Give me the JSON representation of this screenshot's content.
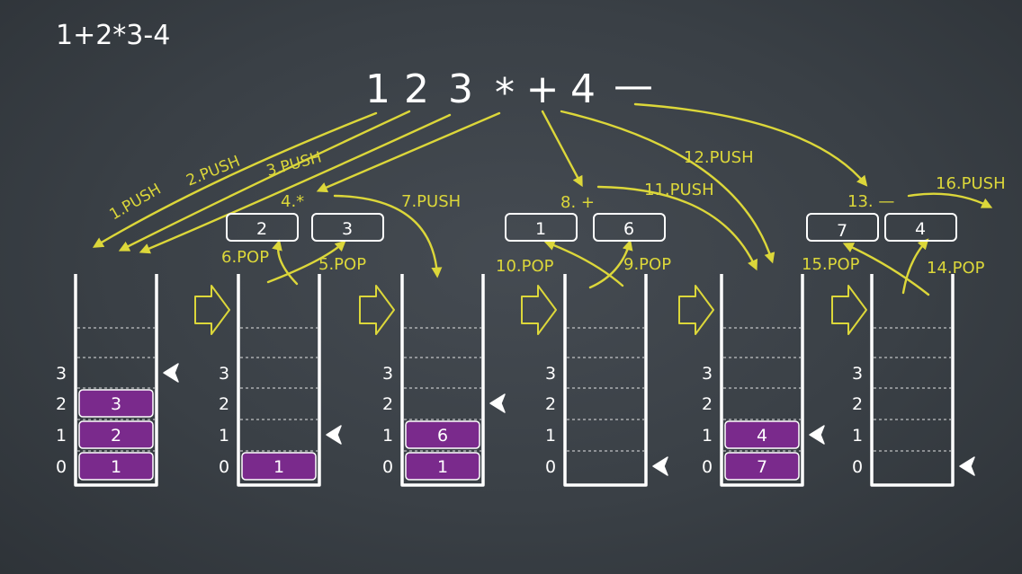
{
  "expression": "1+2*3-4",
  "postfix": {
    "tokens": [
      {
        "id": "1",
        "text": "1"
      },
      {
        "id": "2",
        "text": "2"
      },
      {
        "id": "3",
        "text": "3"
      },
      {
        "id": "mul",
        "text": "*"
      },
      {
        "id": "plus",
        "text": "+"
      },
      {
        "id": "4",
        "text": "4"
      },
      {
        "id": "minus",
        "text": "—"
      }
    ]
  },
  "step_labels": {
    "s1": "1.PUSH",
    "s2": "2.PUSH",
    "s3": "3.PUSH",
    "s4": "4.*",
    "s5": "5.POP",
    "s6": "6.POP",
    "s7": "7.PUSH",
    "s8": "8. +",
    "s9": "9.POP",
    "s10": "10.POP",
    "s11": "11.PUSH",
    "s12": "12.PUSH",
    "s13": "13. —",
    "s14": "14.POP",
    "s15": "15.POP",
    "s16": "16.PUSH"
  },
  "operand_boxes": [
    {
      "left": "2",
      "right": "3"
    },
    {
      "left": "1",
      "right": "6"
    },
    {
      "left": "7",
      "right": "4"
    }
  ],
  "stack_index_labels": [
    "0",
    "1",
    "2",
    "3"
  ],
  "stacks": [
    {
      "items": [
        "1",
        "2",
        "3"
      ],
      "top_pointer": 3
    },
    {
      "items": [
        "1"
      ],
      "top_pointer": 1
    },
    {
      "items": [
        "1",
        "6"
      ],
      "top_pointer": 2
    },
    {
      "items": [],
      "top_pointer": 0
    },
    {
      "items": [
        "7",
        "4"
      ],
      "top_pointer": 1
    },
    {
      "items": [],
      "top_pointer": 0
    }
  ],
  "colors": {
    "chalk_white": "#ffffff",
    "chalk_yellow": "#dcd73a",
    "stack_item_fill": "#7a2a8c",
    "board": "#3a4046"
  }
}
